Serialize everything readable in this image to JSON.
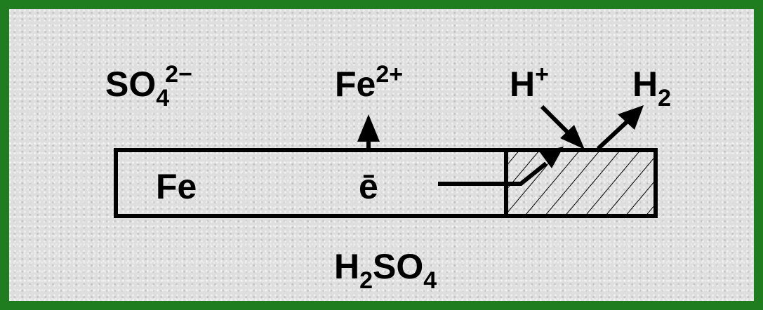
{
  "labels": {
    "sulfate": {
      "base": "SO",
      "sub": "4",
      "sup": "2−"
    },
    "iron_ion": {
      "base": "Fe",
      "sup": "2+"
    },
    "hydrogen_ion": {
      "base": "H",
      "sup": "+"
    },
    "hydrogen_gas": {
      "base": "H",
      "sub": "2"
    },
    "iron": "Fe",
    "electron": "ē",
    "acid": {
      "h": "H",
      "h_sub": "2",
      "so": "SO",
      "so_sub": "4"
    }
  },
  "colors": {
    "frame": "#1f7d1f",
    "background": "#dedede",
    "ink": "#000000"
  }
}
